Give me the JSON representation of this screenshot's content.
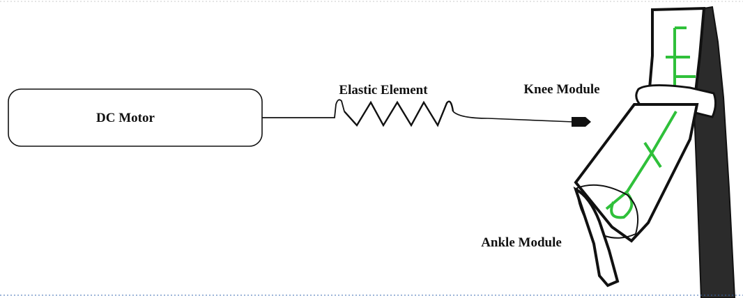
{
  "diagram": {
    "motor_label": "DC Motor",
    "spring_label": "Elastic Element",
    "knee_label": "Knee Module",
    "ankle_label": "Ankle Module"
  },
  "colors": {
    "ink": "#111111",
    "limb_shade": "#2b2b2b",
    "mechanism_green": "#2fc03a",
    "paper": "#ffffff"
  }
}
